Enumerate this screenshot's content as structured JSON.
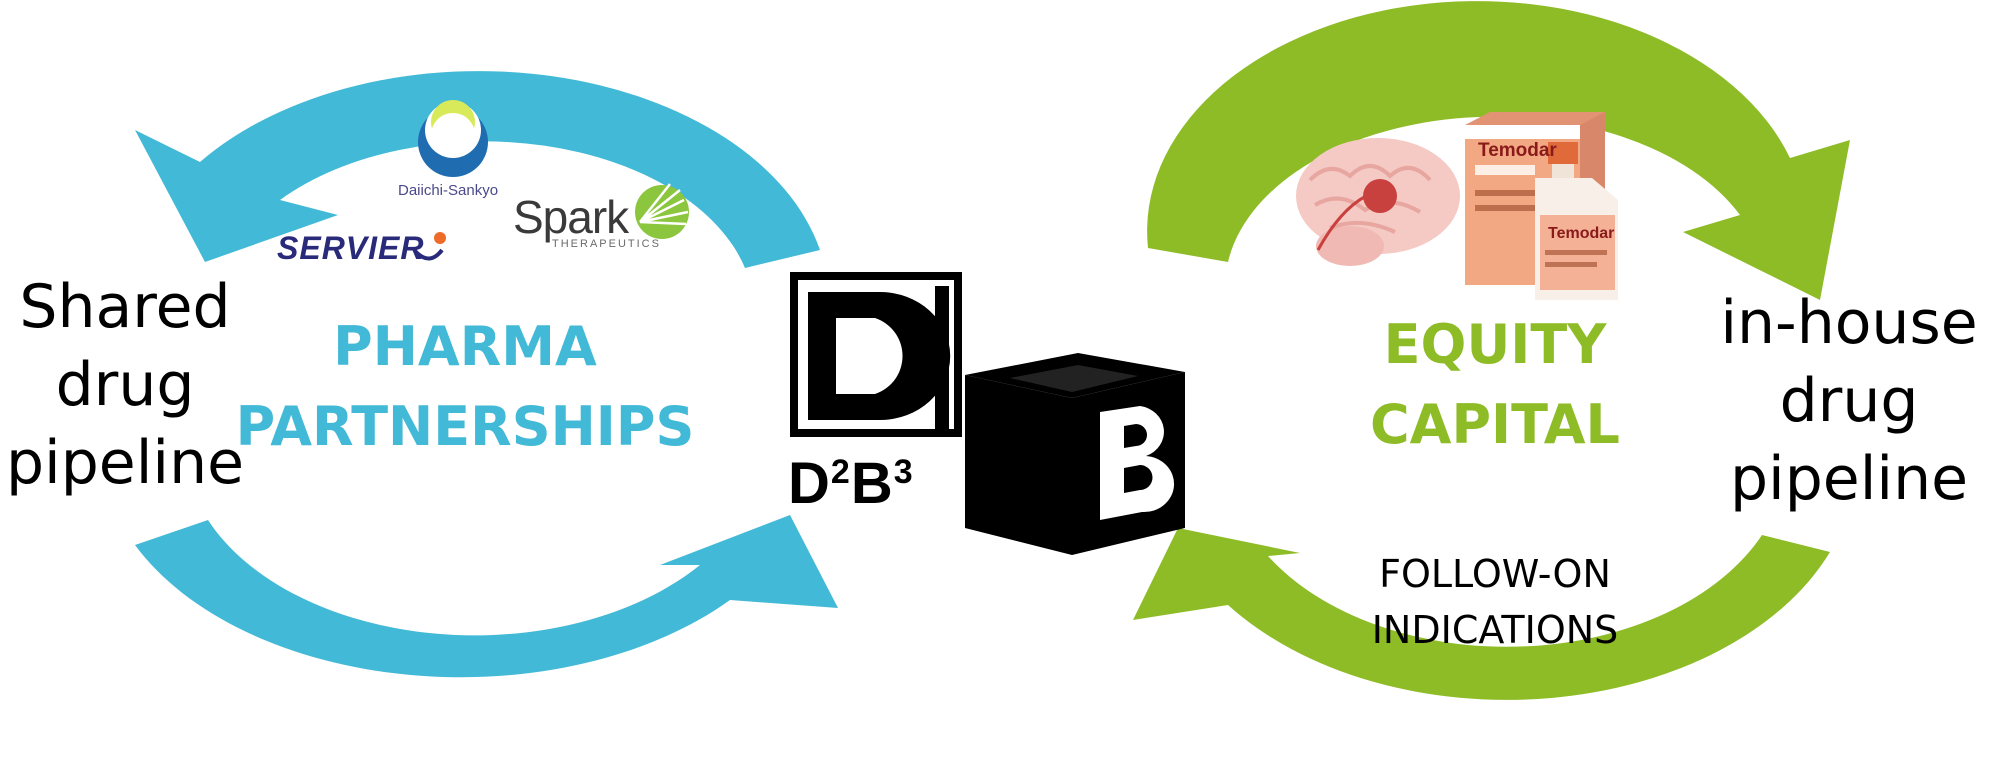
{
  "colors": {
    "pharma_blue": "#42b9d6",
    "equity_green": "#8ebc26",
    "black": "#000000"
  },
  "left_cycle": {
    "title_line1": "PHARMA",
    "title_line2": "PARTNERSHIPS",
    "pipeline_line1": "Shared",
    "pipeline_line2": "drug",
    "pipeline_line3": "pipeline",
    "logos": {
      "daiichi": "Daiichi-Sankyo",
      "spark": "Spark",
      "spark_sub": "THERAPEUTICS",
      "servier": "SERVIER"
    }
  },
  "center_logo": {
    "letter_d": "D",
    "letter_b": "B",
    "wordmark_d": "D",
    "wordmark_sup1": "2",
    "wordmark_b": "B",
    "wordmark_sup2": "3"
  },
  "right_cycle": {
    "title_line1": "EQUITY",
    "title_line2": "CAPITAL",
    "pipeline_line1": "in-house",
    "pipeline_line2": "drug",
    "pipeline_line3": "pipeline",
    "followon_line1": "FOLLOW-ON",
    "followon_line2": "INDICATIONS",
    "product_box_label": "Temodar",
    "product_vial_label": "Temodar",
    "images": {
      "brain": "brain-illustration",
      "product": "temodar-package-and-vial"
    }
  }
}
